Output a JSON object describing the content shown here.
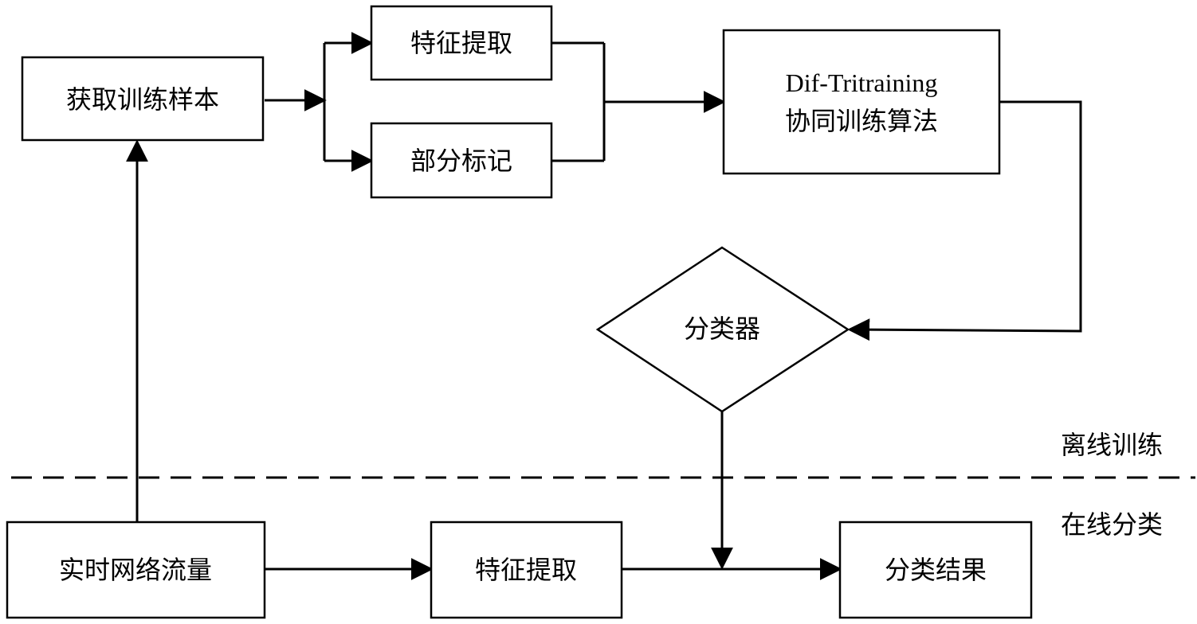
{
  "nodes": {
    "get_samples": "获取训练样本",
    "feature_extraction_top": "特征提取",
    "partial_labeling": "部分标记",
    "algorithm_line1": "Dif-Tritraining",
    "algorithm_line2": "协同训练算法",
    "classifier": "分类器",
    "realtime_traffic": "实时网络流量",
    "feature_extraction_bottom": "特征提取",
    "classification_result": "分类结果"
  },
  "sections": {
    "offline": "离线训练",
    "online": "在线分类"
  },
  "colors": {
    "stroke": "#000000",
    "background": "#ffffff"
  }
}
